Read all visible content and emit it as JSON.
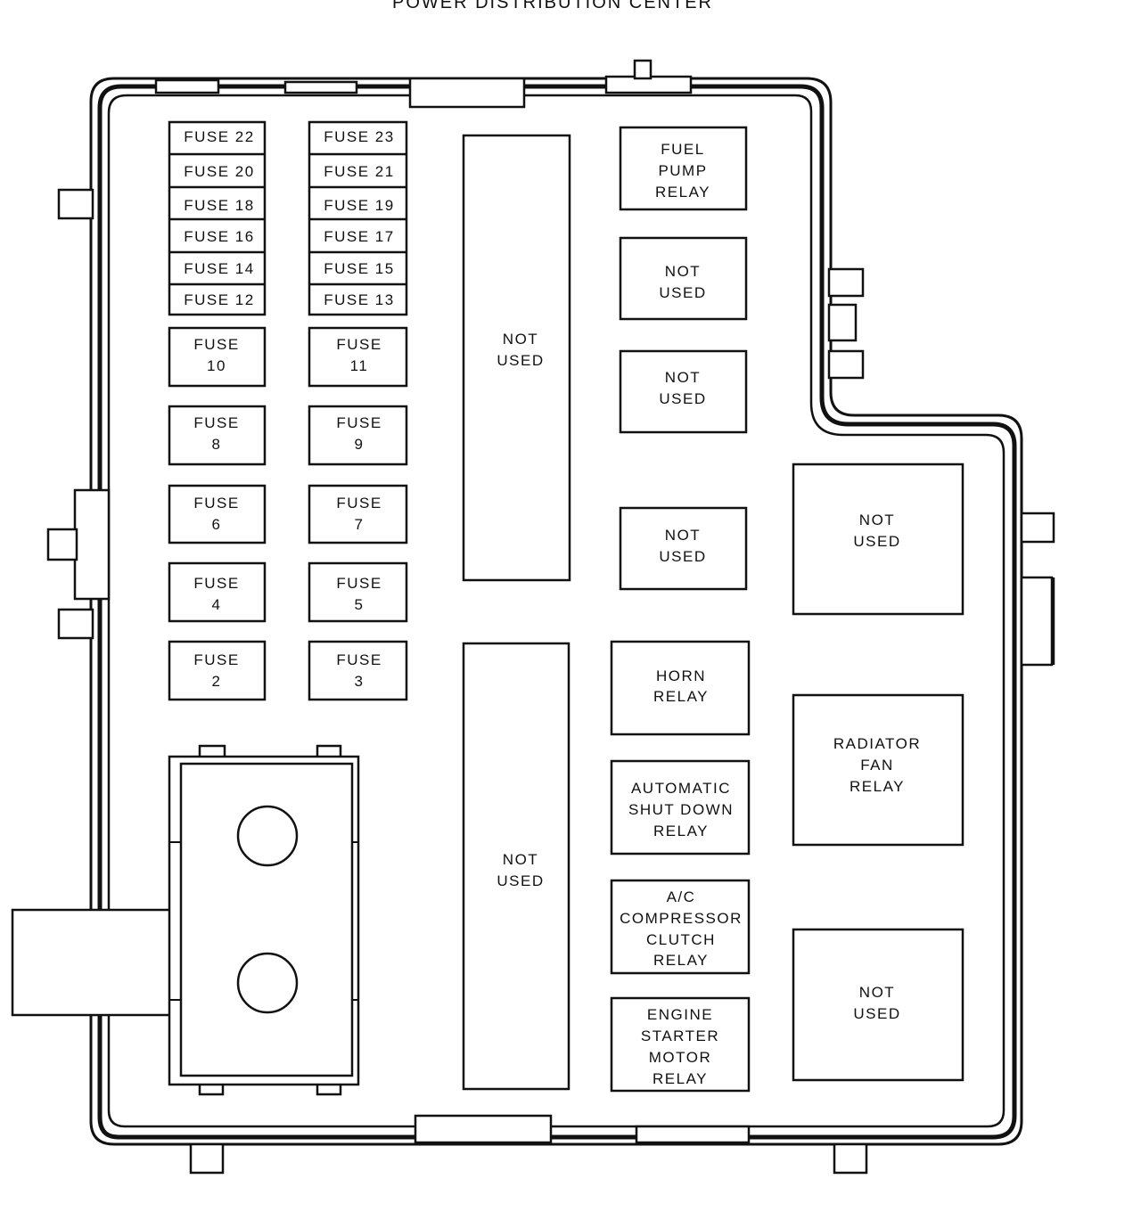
{
  "title": "POWER DISTRIBUTION CENTER",
  "fuses_small": {
    "f22": "FUSE 22",
    "f23": "FUSE 23",
    "f20": "FUSE 20",
    "f21": "FUSE 21",
    "f18": "FUSE 18",
    "f19": "FUSE 19",
    "f16": "FUSE 16",
    "f17": "FUSE 17",
    "f14": "FUSE 14",
    "f15": "FUSE 15",
    "f12": "FUSE 12",
    "f13": "FUSE 13"
  },
  "fuses_large": {
    "fuse_word": "FUSE",
    "n10": "10",
    "n11": "11",
    "n8": "8",
    "n9": "9",
    "n6": "6",
    "n7": "7",
    "n4": "4",
    "n5": "5",
    "n2": "2",
    "n3": "3"
  },
  "relays": {
    "fuel_pump": [
      "FUEL",
      "PUMP",
      "RELAY"
    ],
    "not_used": [
      "NOT",
      "USED"
    ],
    "horn": [
      "HORN",
      "RELAY"
    ],
    "asd": [
      "AUTOMATIC",
      "SHUT DOWN",
      "RELAY"
    ],
    "ac": [
      "A/C",
      "COMPRESSOR",
      "CLUTCH",
      "RELAY"
    ],
    "starter": [
      "ENGINE",
      "STARTER",
      "MOTOR",
      "RELAY"
    ],
    "radiator": [
      "RADIATOR",
      "FAN",
      "RELAY"
    ]
  }
}
